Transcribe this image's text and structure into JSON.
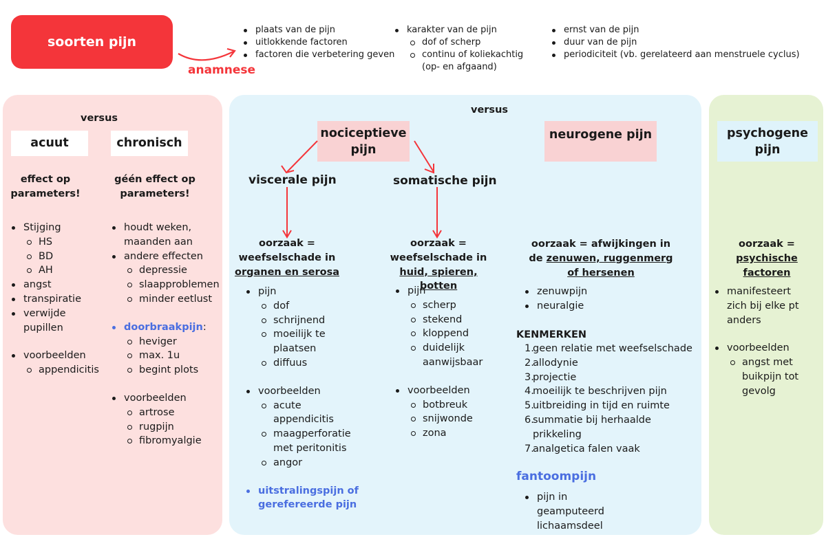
{
  "top": {
    "title": "soorten pijn",
    "anamnese": "anamnese",
    "col1": [
      "plaats van de pijn",
      "uitlokkende factoren",
      "factoren die verbetering geven"
    ],
    "col2_main": "karakter van de pijn",
    "col2_sub": [
      "dof of scherp",
      "continu of koliekachtig (op- en afgaand)"
    ],
    "col3": [
      "ernst van de pijn",
      "duur van de pijn",
      "periodiciteit (vb. gerelateerd aan menstruele cyclus)"
    ]
  },
  "left": {
    "versus": "versus",
    "acuut": "acuut",
    "chronisch": "chronisch",
    "effect": "effect op parameters!",
    "geen_effect": "géén effect op parameters!",
    "acuut_list": {
      "stijging": "Stijging",
      "stijging_sub": [
        "HS",
        "BD",
        "AH"
      ],
      "others": [
        "angst",
        "transpiratie",
        "verwijde pupillen"
      ],
      "voorbeelden": "voorbeelden",
      "voorbeelden_sub": [
        "appendicitis"
      ]
    },
    "chronisch_list": {
      "houdt": "houdt weken, maanden aan",
      "andere": "andere effecten",
      "andere_sub": [
        "depressie",
        "slaapproblemen",
        "minder eetlust"
      ],
      "doorbraak": "doorbraakpijn",
      "doorbraak_colon": ":",
      "doorbraak_sub": [
        "heviger",
        "max. 1u",
        "begint plots"
      ],
      "voorbeelden": "voorbeelden",
      "voorbeelden_sub": [
        "artrose",
        "rugpijn",
        "fibromyalgie"
      ]
    }
  },
  "middle": {
    "versus": "versus",
    "nociceptieve": "nociceptieve pijn",
    "neurogene": "neurogene pijn",
    "viscerale": "viscerale pijn",
    "somatische": "somatische pijn",
    "visc_oorzaak_1": "oorzaak =",
    "visc_oorzaak_2": "weefselschade in",
    "visc_oorzaak_3": "organen en serosa",
    "som_oorzaak_1": "oorzaak =",
    "som_oorzaak_2": "weefselschade in",
    "som_oorzaak_3": "huid, spieren, botten",
    "visc_list": {
      "pijn": "pijn",
      "pijn_sub": [
        "dof",
        "schrijnend",
        "moeilijk te plaatsen",
        "diffuus"
      ],
      "voorbeelden": "voorbeelden",
      "voorbeelden_sub": [
        "acute appendicitis",
        "maagperforatie met peritonitis",
        "angor"
      ],
      "uitstraling": "uitstralingspijn of gerefereerde pijn"
    },
    "som_list": {
      "pijn": "pijn",
      "pijn_sub": [
        "scherp",
        "stekend",
        "kloppend",
        "duidelijk aanwijsbaar"
      ],
      "voorbeelden": "voorbeelden",
      "voorbeelden_sub": [
        "botbreuk",
        "snijwonde",
        "zona"
      ]
    },
    "neuro_oorzaak_1": "oorzaak = afwijkingen in",
    "neuro_oorzaak_2a": "de ",
    "neuro_oorzaak_2b": "zenuwen, ruggenmerg",
    "neuro_oorzaak_3": "of hersenen",
    "neuro_list": [
      "zenuwpijn",
      "neuralgie"
    ],
    "kenmerken": "KENMERKEN",
    "kenmerken_list": [
      "geen relatie met weefselschade",
      "allodynie",
      "projectie",
      "moeilijk te beschrijven pijn",
      "uitbreiding in tijd en ruimte",
      "summatie bij herhaalde prikkeling",
      "analgetica falen vaak"
    ],
    "fantoompijn": "fantoompijn",
    "fantoom_list": [
      "pijn in geamputeerd lichaamsdeel"
    ]
  },
  "right": {
    "psychogene": "psychogene pijn",
    "oorzaak_1": "oorzaak =",
    "oorzaak_2": "psychische factoren",
    "list1": "manifesteert zich bij elke pt anders",
    "voorbeelden": "voorbeelden",
    "voorbeelden_sub": [
      "angst met buikpijn tot gevolg"
    ]
  },
  "colors": {
    "red": "#f4353a",
    "pink_panel": "#fde0df",
    "blue_panel": "#e3f4fb",
    "green_panel": "#e6f2d3",
    "pink_box": "#f9d2d3",
    "cyan_box": "#dff3fb",
    "accent_blue": "#4a6ee0"
  }
}
